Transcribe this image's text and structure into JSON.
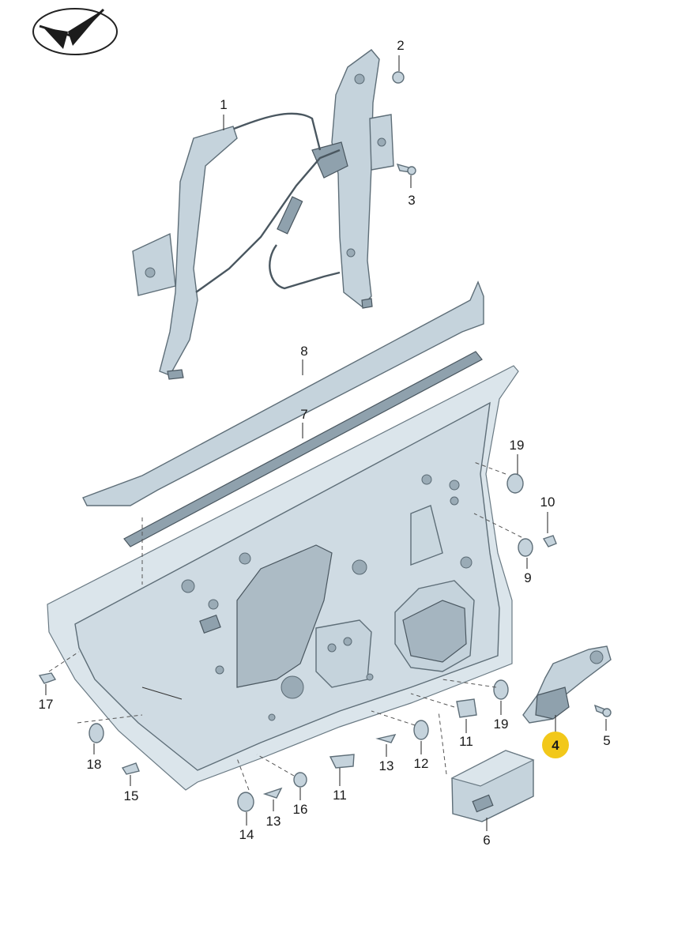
{
  "callouts": [
    {
      "id": "c1",
      "label": "1"
    },
    {
      "id": "c2",
      "label": "2"
    },
    {
      "id": "c3",
      "label": "3"
    },
    {
      "id": "c4",
      "label": "4",
      "highlight": true
    },
    {
      "id": "c5",
      "label": "5"
    },
    {
      "id": "c6",
      "label": "6"
    },
    {
      "id": "c7",
      "label": "7"
    },
    {
      "id": "c8",
      "label": "8"
    },
    {
      "id": "c9",
      "label": "9"
    },
    {
      "id": "c10",
      "label": "10"
    },
    {
      "id": "c11a",
      "label": "11"
    },
    {
      "id": "c11b",
      "label": "11"
    },
    {
      "id": "c12",
      "label": "12"
    },
    {
      "id": "c13a",
      "label": "13"
    },
    {
      "id": "c13b",
      "label": "13"
    },
    {
      "id": "c14",
      "label": "14"
    },
    {
      "id": "c15",
      "label": "15"
    },
    {
      "id": "c16",
      "label": "16"
    },
    {
      "id": "c17",
      "label": "17"
    },
    {
      "id": "c18",
      "label": "18"
    },
    {
      "id": "c19a",
      "label": "19"
    },
    {
      "id": "c19b",
      "label": "19"
    }
  ],
  "colors": {
    "part_fill": "#c5d3dc",
    "part_stroke": "#5e6e78",
    "highlight": "#f2c81a"
  },
  "icons": [
    "logo-icon"
  ]
}
